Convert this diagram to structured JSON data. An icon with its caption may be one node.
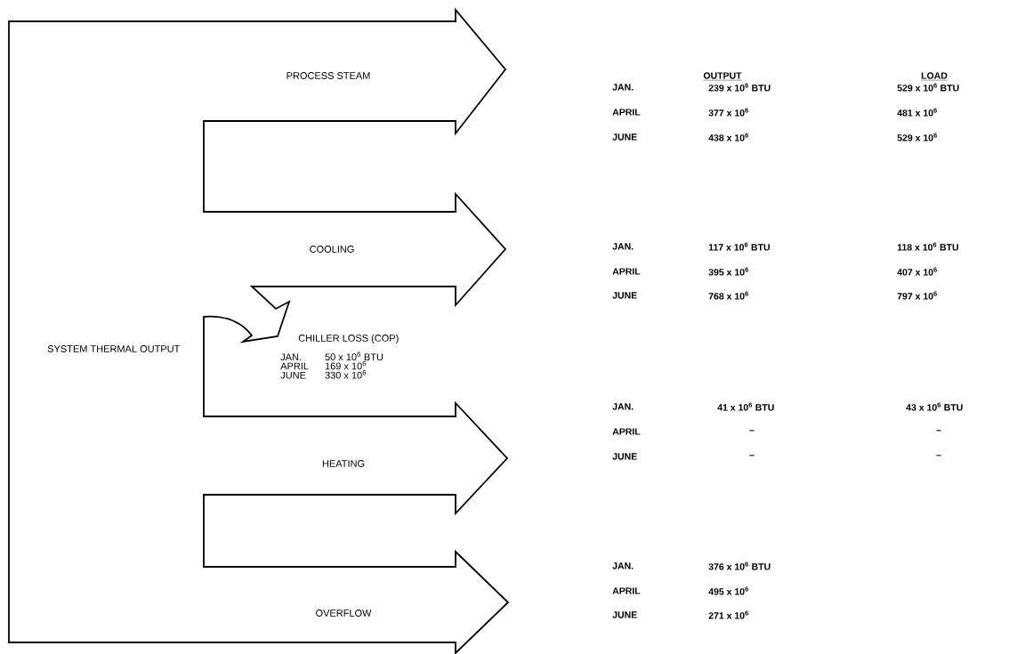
{
  "diagram": {
    "nodes": [
      {
        "text": [
          "SYSTEM THERMAL OUTPUT"
        ]
      },
      {
        "text": [
          "PROCESS STEAM"
        ]
      },
      {
        "text": [
          "COOLING"
        ]
      },
      {
        "text": [
          "CHILLER LOSS (COP)",
          "JAN.",
          "50 x 10$^{6}$ BTU",
          "APRIL",
          "169 x 10$^{6}$",
          "JUNE",
          "330 x 10$^{6}$"
        ]
      },
      {
        "text": [
          "HEATING"
        ]
      },
      {
        "text": [
          "OVERFLOW"
        ]
      }
    ],
    "labels": [
      "OUTPUT",
      "LOAD",
      "JAN.",
      "239 x 10$^{6}$ BTU",
      "529 x 10$^{6}$ BTU",
      "APRIL",
      "377 x 10$^{6}$",
      "481 x 10$^{6}$",
      "JUNE",
      "438 x 10$^{6}$",
      "529 x 10$^{6}$",
      "JAN.",
      "117 x 10$^{6}$ BTU",
      "118 x 10$^{6}$ BTU",
      "APRIL",
      "395 x 10$^{6}$",
      "407 x 10$^{6}$",
      "JUNE",
      "768 x 10$^{6}$",
      "797 x 10$^{6}$",
      "JAN.",
      "41 x 10$^{6}$ BTU",
      "43 x 10$^{6}$ BTU",
      "APRIL",
      "–",
      "–",
      "JUNE",
      "–",
      "–",
      "JAN.",
      "376 x 10$^{6}$ BTU",
      "APRIL",
      "495 x 10$^{6}$",
      "JUNE",
      "271 x 10$^{6}$"
    ]
  }
}
